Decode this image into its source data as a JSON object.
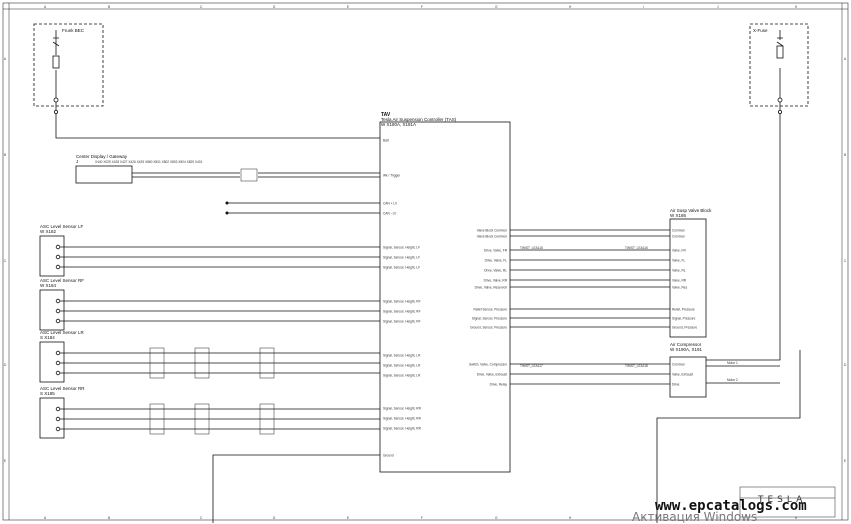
{
  "grid": {
    "cols": [
      "A",
      "B",
      "C",
      "D",
      "E",
      "F",
      "G",
      "H",
      "I",
      "J",
      "K"
    ],
    "rows": [
      "A",
      "B",
      "C",
      "D",
      "E"
    ]
  },
  "fuses": {
    "left": "Frunk BEC",
    "right": "X-Fuse"
  },
  "controller": {
    "code": "TAV",
    "name": "Tesla Air Suspension Controller (TAS)",
    "ref": "W        X180A, X181A",
    "pins_left": [
      "Batt",
      "Wk / Trigger",
      "CAN + LV",
      "CAN - LV",
      "Signal, Sensor, Height, LF",
      "Signal, Sensor, Height, LF",
      "Signal, Sensor, Height, LF",
      "Signal, Sensor, Height, RF",
      "Signal, Sensor, Height, RF",
      "Signal, Sensor, Height, RF",
      "Signal, Sensor, Height, LR",
      "Signal, Sensor, Height, LR",
      "Signal, Sensor, Height, LR",
      "Signal, Sensor, Height, RR",
      "Signal, Sensor, Height, RR",
      "Signal, Sensor, Height, RR",
      "Ground"
    ],
    "pins_right": [
      "Valve Block Common",
      "Valve Block Common",
      "Drive, Valve, FR",
      "Drive, Valve, FL",
      "Drive, Valve, RL",
      "Drive, Valve, RR",
      "Drive, Valve, Reservoir",
      "Relief Sensor, Pressure",
      "Signal, Sensor, Pressure",
      "Ground, Sensor, Pressure",
      "Switch, Valve, Compressor",
      "Drive, Valve, Exhaust",
      "Drive, Relay"
    ]
  },
  "gateway": {
    "title": "Center Display / Gateway",
    "ref": "J",
    "connectors": [
      "X440",
      "X029",
      "X428",
      "X427",
      "X426",
      "X425",
      "X860",
      "X801",
      "X802",
      "X803",
      "X804",
      "X829",
      "X401"
    ]
  },
  "sensors": [
    {
      "title": "ASC Level Sensor LF",
      "ref": "W        X182"
    },
    {
      "title": "ASC Level Sensor RF",
      "ref": "W        X184"
    },
    {
      "title": "ASC Level Sensor LR",
      "ref": "S        X184"
    },
    {
      "title": "ASC Level Sensor RR",
      "ref": "S        X185"
    }
  ],
  "valve_block": {
    "title": "Air Susp Valve Block",
    "ref": "W        X186",
    "pins": [
      "Common",
      "Common",
      "Valve, FR",
      "Valve, FL",
      "Valve, RL",
      "Valve, RR",
      "Valve, Res",
      "Relief, Pressure",
      "Signal, Pressure",
      "Ground, Pressure"
    ]
  },
  "compressor": {
    "title": "Air Compressor",
    "ref": "W        X190A, X191",
    "pins": [
      "Common",
      "Valve, Exhaust",
      "Drive"
    ],
    "motor": [
      "Motor 1",
      "Motor 2"
    ]
  },
  "twisted_pair_labels": [
    "TWIST_LEA115",
    "TWIST_LEA116",
    "TWIST_LEA117",
    "TWIST_LEA118"
  ],
  "watermark": {
    "url": "www.epcatalogs.com",
    "overlay": "Активация Windows",
    "logo": "TESLA"
  }
}
